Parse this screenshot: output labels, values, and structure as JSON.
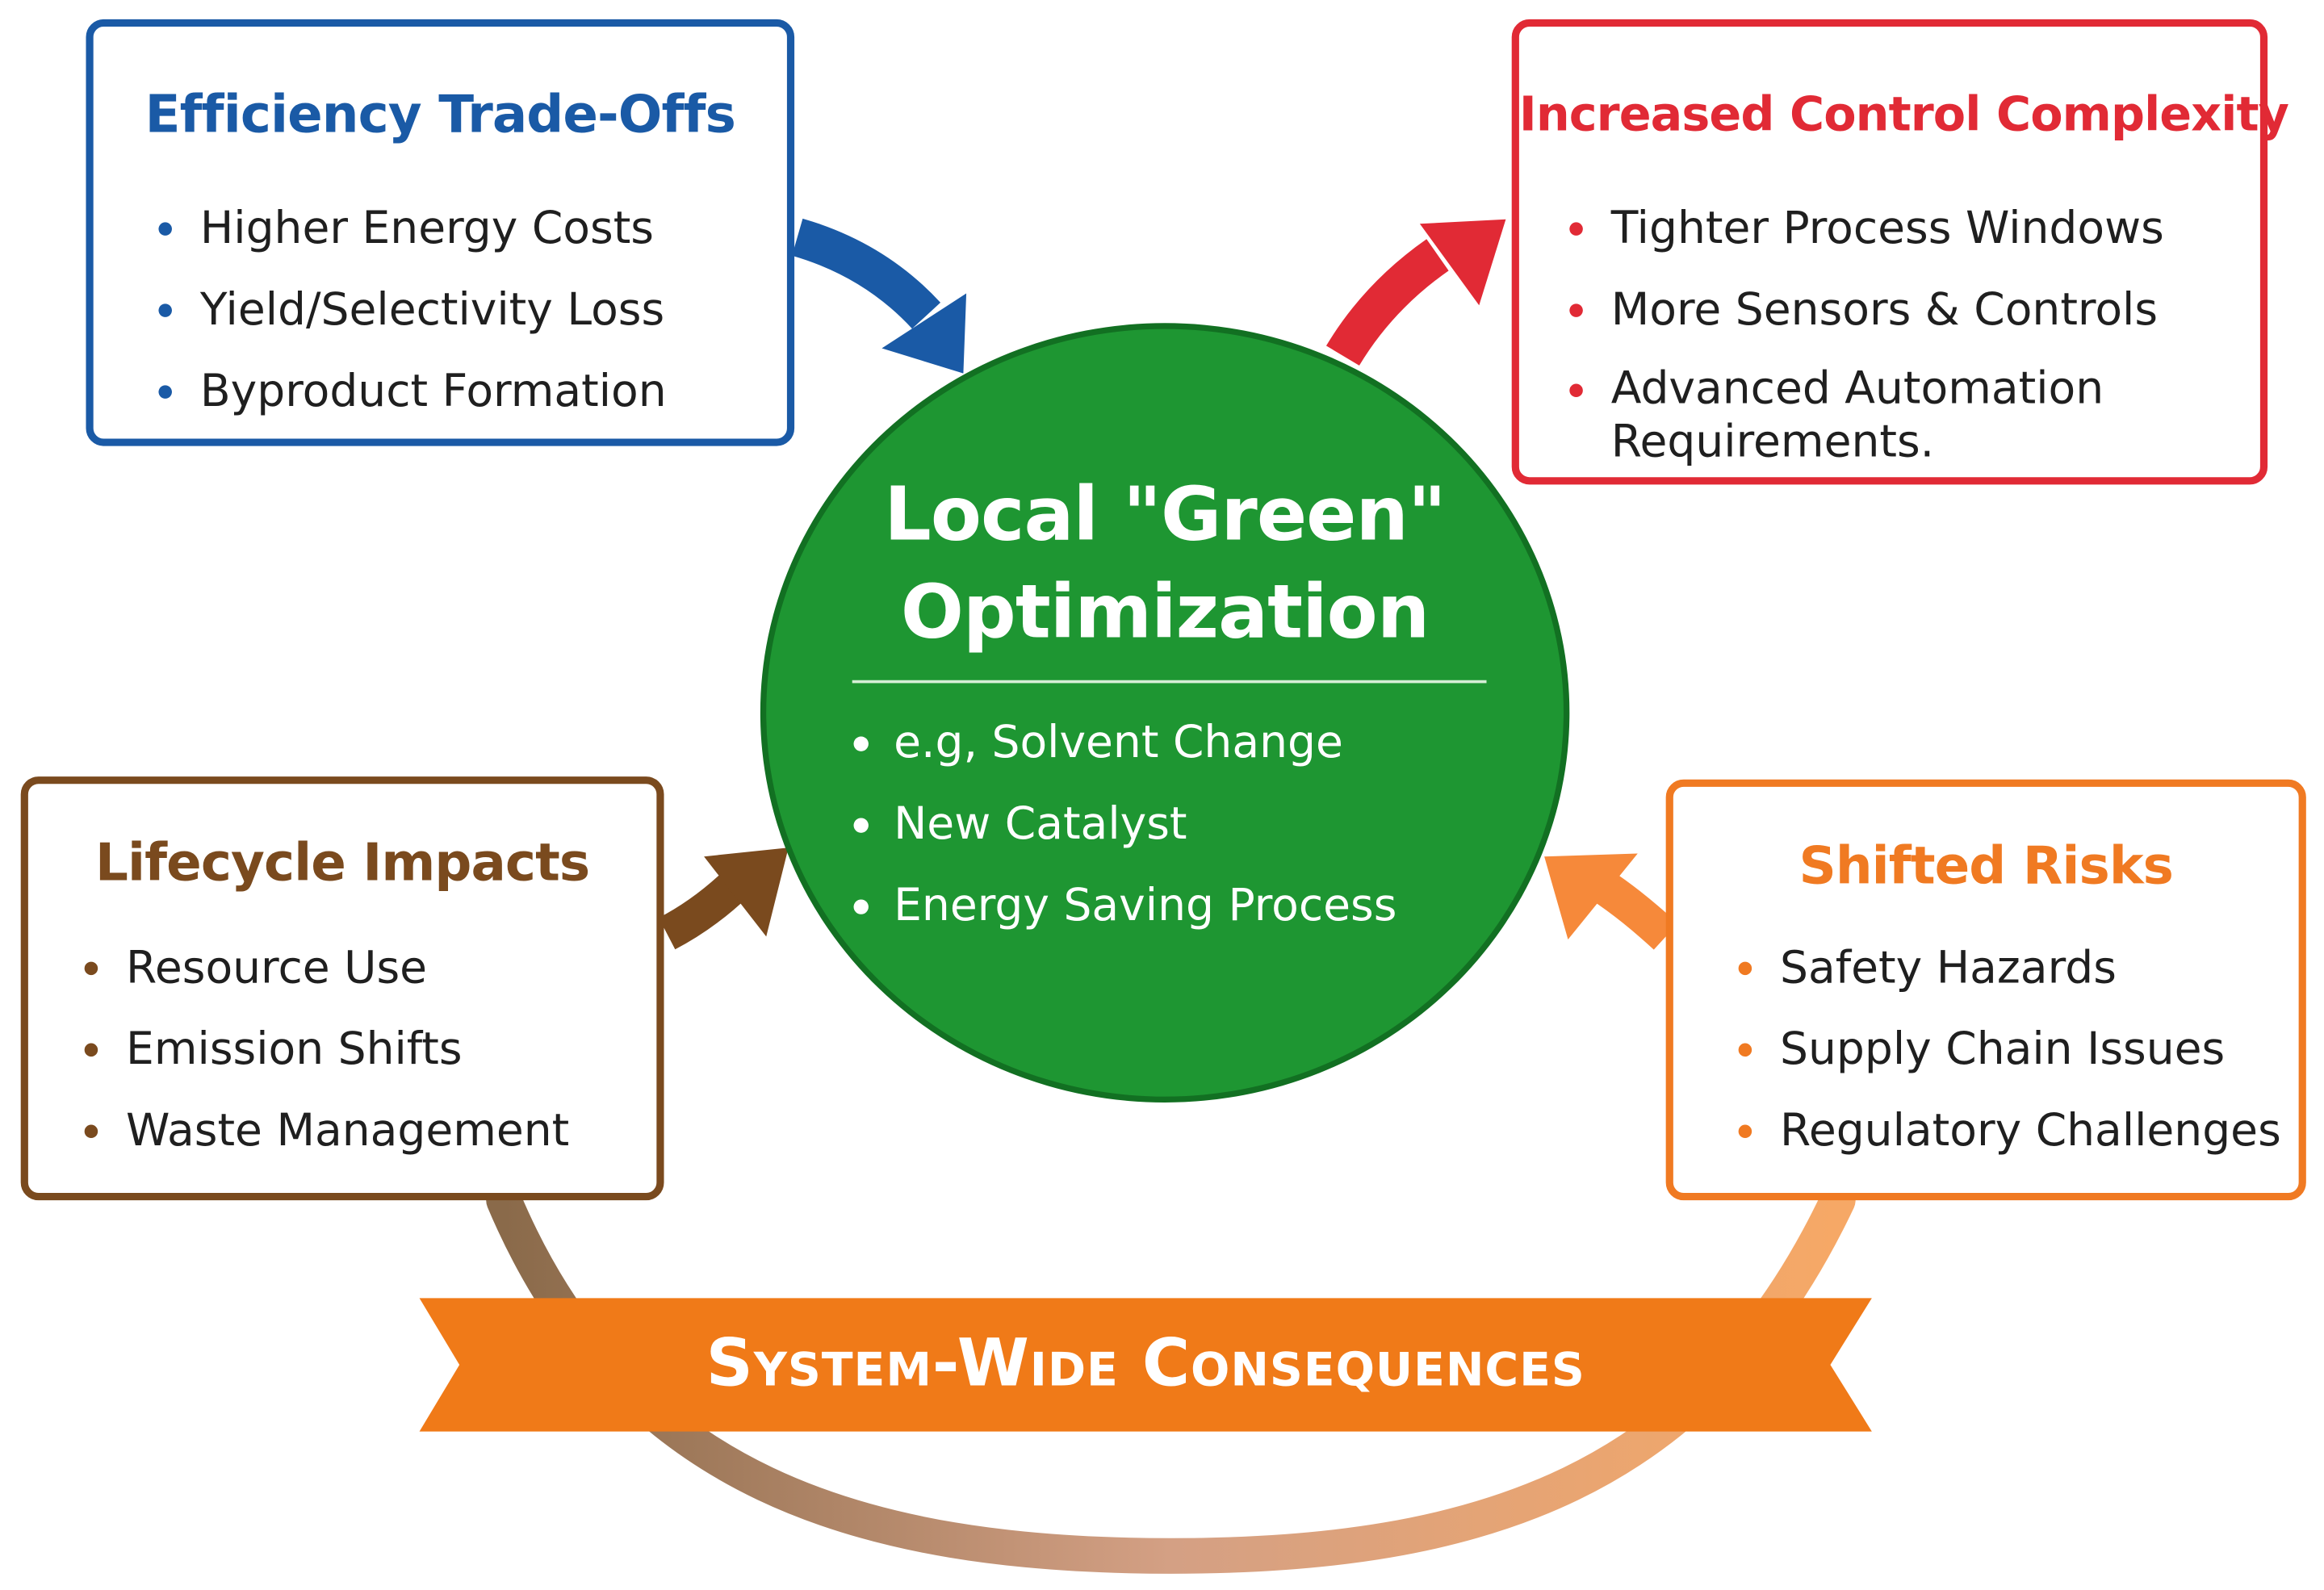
{
  "center": {
    "title_line1": "Local \"Green\"",
    "title_line2": "Optimization",
    "items": [
      "e.g, Solvent Change",
      "New Catalyst",
      "Energy Saving Process"
    ],
    "color": "#1e9632"
  },
  "efficiency": {
    "title": "Efficiency Trade-Offs",
    "items": [
      "Higher Energy Costs",
      "Yield/Selectivity Loss",
      "Byproduct Formation"
    ],
    "color": "#1a5aa6"
  },
  "control": {
    "title": "Increased Control Complexity",
    "items": [
      "Tighter Process Windows",
      "More Sensors & Controls",
      "Advanced Automation Requirements."
    ],
    "color": "#e12a35"
  },
  "lifecycle": {
    "title": "Lifecycle Impacts",
    "items": [
      "Resource Use",
      "Emission Shifts",
      "Waste Management"
    ],
    "color": "#7a4a1e"
  },
  "risks": {
    "title": "Shifted Risks",
    "items": [
      "Safety Hazards",
      "Supply Chain Issues",
      "Regulatory Challenges"
    ],
    "color": "#f07a22"
  },
  "banner": {
    "label": "System-Wide Consequences",
    "color": "#f07a18"
  }
}
